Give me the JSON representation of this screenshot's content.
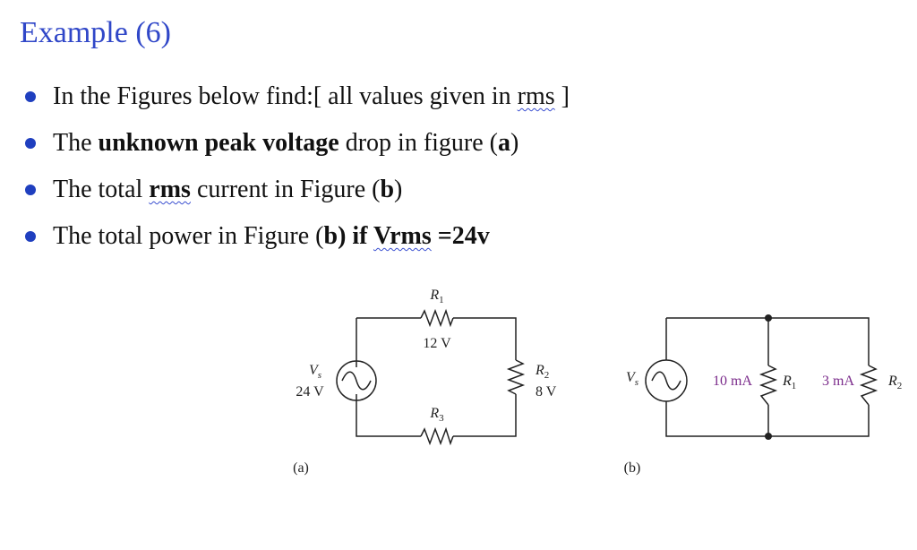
{
  "title": "Example (6)",
  "bullets": [
    {
      "pre": "In the Figures  below find:[ all values given in ",
      "rms": "rms",
      "post": " ]"
    },
    {
      "pre": "The ",
      "bold": "unknown peak voltage",
      "mid": " drop in figure (",
      "a": "a",
      "post": ")"
    },
    {
      "pre": "The total ",
      "rms": "rms",
      "mid": " current in Figure (",
      "b": "b",
      "post": ")"
    },
    {
      "pre": "The total power in Figure (",
      "b": "b",
      "mid": ") if ",
      "vrms": "Vrms",
      "post": " =24v"
    }
  ],
  "figure_a": {
    "r1": "R",
    "r1_sub": "1",
    "r1_val": "12 V",
    "vs": "V",
    "vs_sub": "s",
    "vs_val": "24 V",
    "r2": "R",
    "r2_sub": "2",
    "r2_val": "8 V",
    "r3": "R",
    "r3_sub": "3",
    "caption": "(a)"
  },
  "figure_b": {
    "vs": "V",
    "vs_sub": "s",
    "i1": "10 mA",
    "r1": "R",
    "r1_sub": "1",
    "i2": "3 mA",
    "r2": "R",
    "r2_sub": "2",
    "caption": "(b)"
  }
}
